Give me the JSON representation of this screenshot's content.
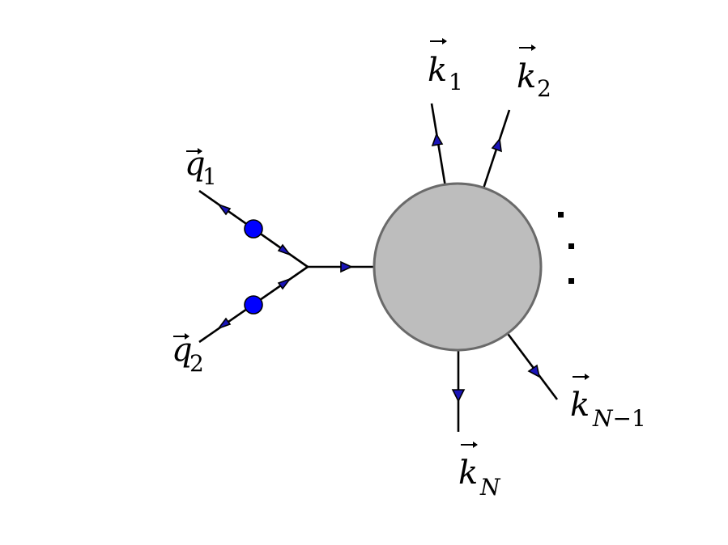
{
  "diagram": {
    "colors": {
      "blob_fill": "#bdbdbd",
      "blob_stroke": "#6a6a6a",
      "vertex_dot": "#0000ff",
      "arrow_fill": "#1a14b8",
      "line": "#000000"
    },
    "labels": {
      "q1": {
        "base": "q",
        "sub": "1"
      },
      "q2": {
        "base": "q",
        "sub": "2"
      },
      "k1": {
        "base": "k",
        "sub": "1"
      },
      "k2": {
        "base": "k",
        "sub": "2"
      },
      "kN1": {
        "base": "k",
        "sub_italic": "N",
        "sub_rest": "−1"
      },
      "kN": {
        "base": "k",
        "sub": "N"
      }
    },
    "ellipsis": "⋮"
  }
}
